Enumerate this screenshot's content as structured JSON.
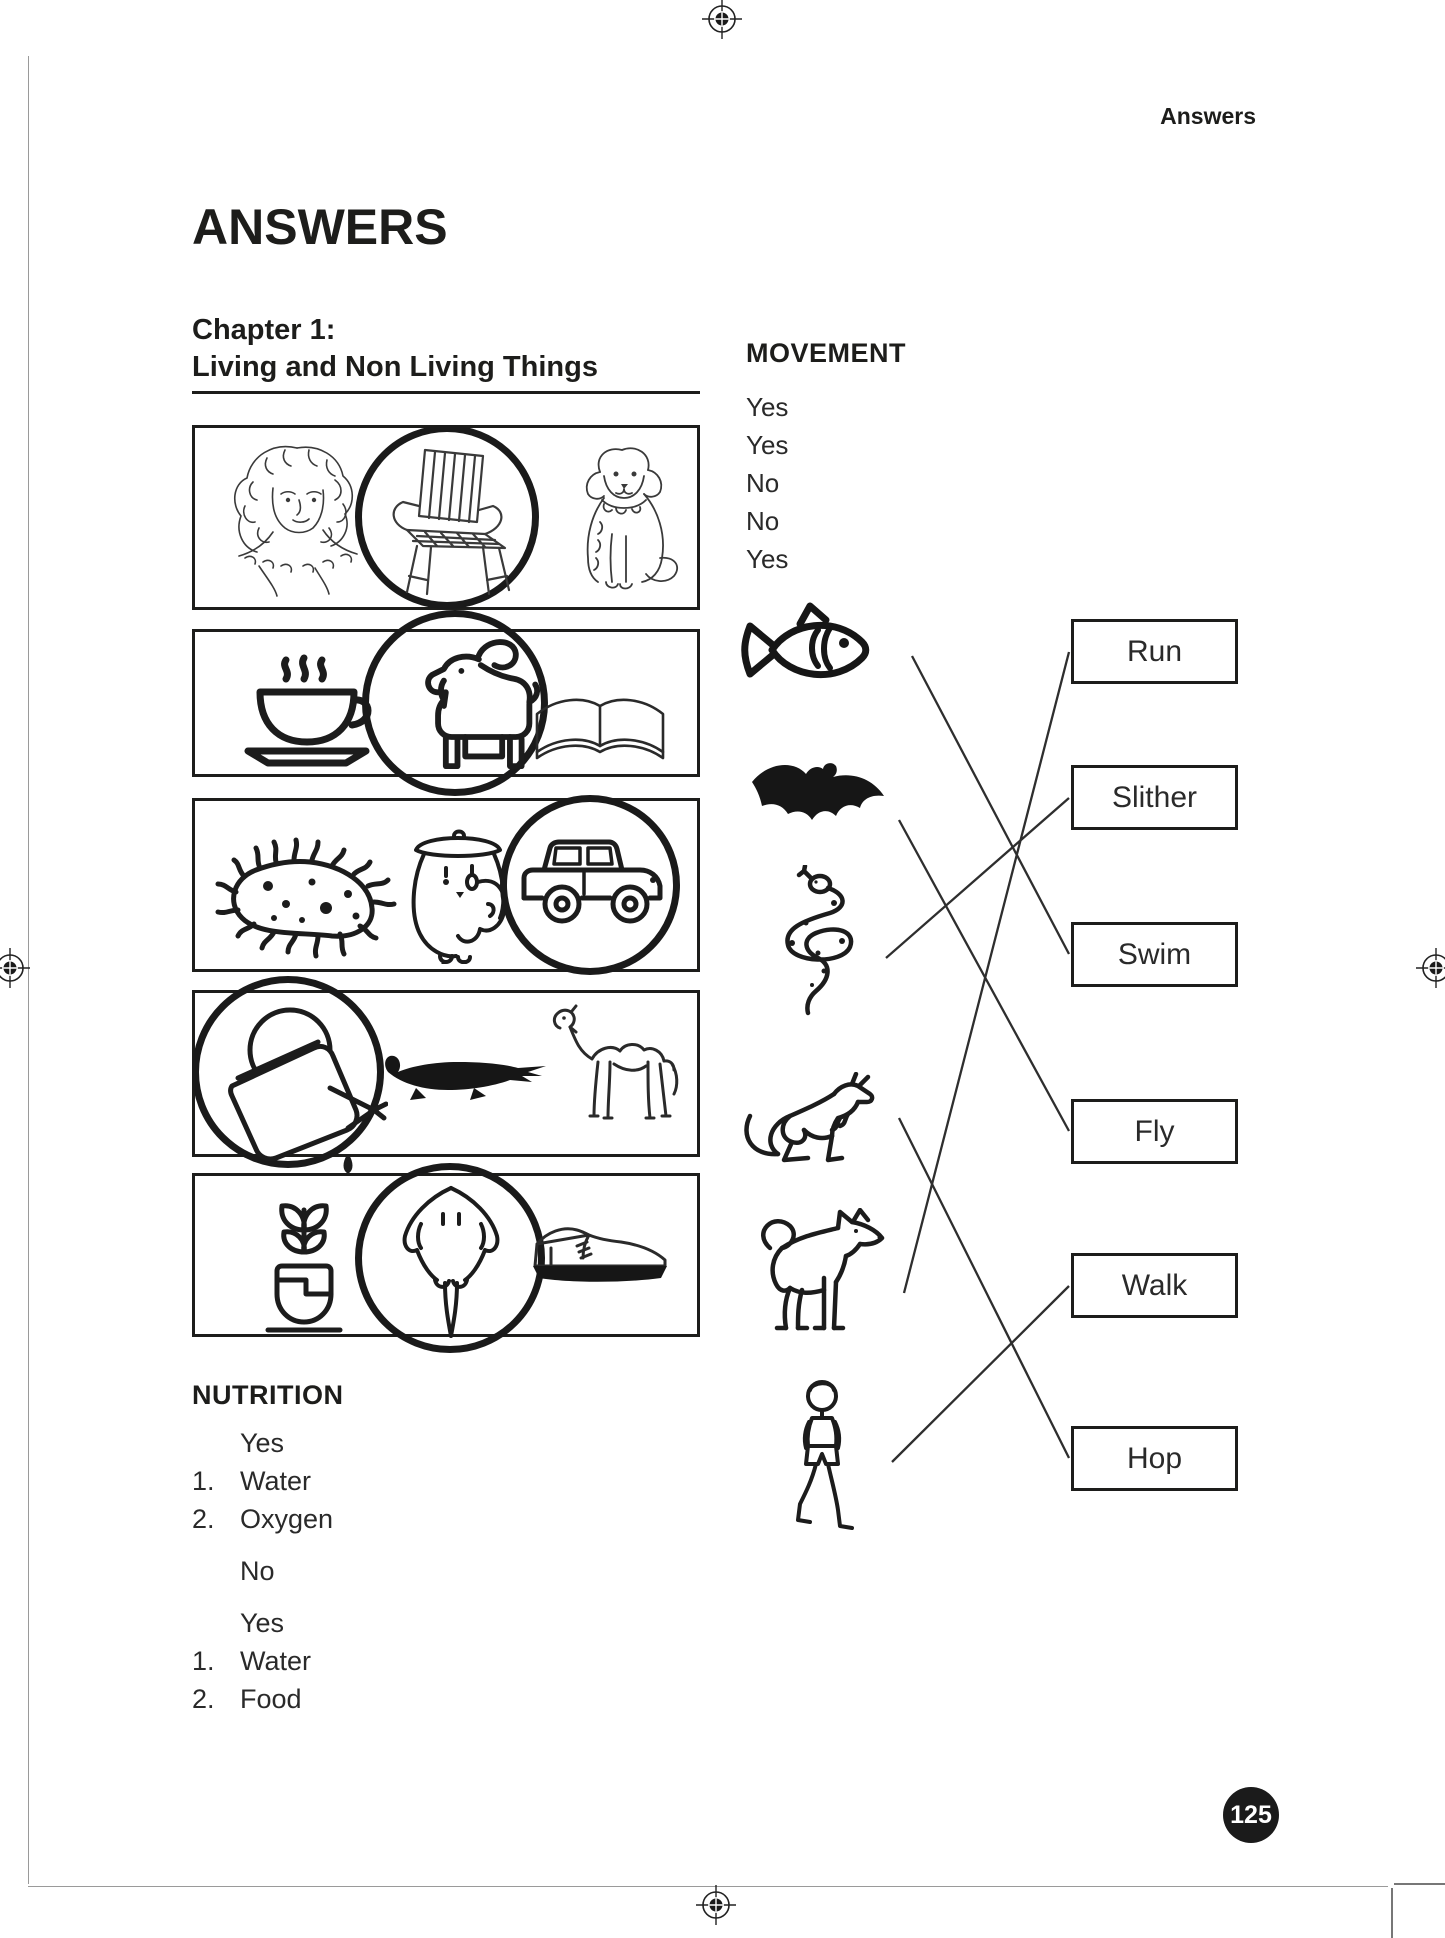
{
  "ink_color": "#1d1d1b",
  "header": {
    "running_head": "Answers"
  },
  "title": "ANSWERS",
  "chapter": {
    "line1": "Chapter 1:",
    "line2": "Living and Non Living Things"
  },
  "questions": {
    "rows": [
      {
        "items": [
          "girl",
          "chair",
          "dog"
        ],
        "circled": "chair"
      },
      {
        "items": [
          "coffee-cup",
          "goat",
          "open-book"
        ],
        "circled": "goat"
      },
      {
        "items": [
          "bacteria",
          "owl",
          "jeep"
        ],
        "circled": "jeep"
      },
      {
        "items": [
          "watering-can",
          "crocodile",
          "camel"
        ],
        "circled": "watering-can"
      },
      {
        "items": [
          "potted-plant",
          "stingray",
          "shoe"
        ],
        "circled": "stingray"
      }
    ]
  },
  "movement": {
    "heading": "MOVEMENT",
    "answers": [
      "Yes",
      "Yes",
      "No",
      "No",
      "Yes"
    ],
    "matching": {
      "animals": [
        "fish",
        "bat",
        "snake",
        "kangaroo",
        "dog",
        "walking-person"
      ],
      "labels": [
        "Run",
        "Slither",
        "Swim",
        "Fly",
        "Walk",
        "Hop"
      ],
      "connections": [
        {
          "animal": "fish",
          "label": "Swim"
        },
        {
          "animal": "bat",
          "label": "Fly"
        },
        {
          "animal": "snake",
          "label": "Slither"
        },
        {
          "animal": "kangaroo",
          "label": "Hop"
        },
        {
          "animal": "dog",
          "label": "Run"
        },
        {
          "animal": "walking-person",
          "label": "Walk"
        }
      ]
    }
  },
  "nutrition": {
    "heading": "NUTRITION",
    "lines": [
      {
        "num": "",
        "text": "Yes"
      },
      {
        "num": "1.",
        "text": "Water"
      },
      {
        "num": "2.",
        "text": "Oxygen"
      },
      {
        "num": "",
        "text": "No"
      },
      {
        "num": "",
        "text": "Yes"
      },
      {
        "num": "1.",
        "text": "Water"
      },
      {
        "num": "2.",
        "text": "Food"
      }
    ]
  },
  "page_number": "125"
}
